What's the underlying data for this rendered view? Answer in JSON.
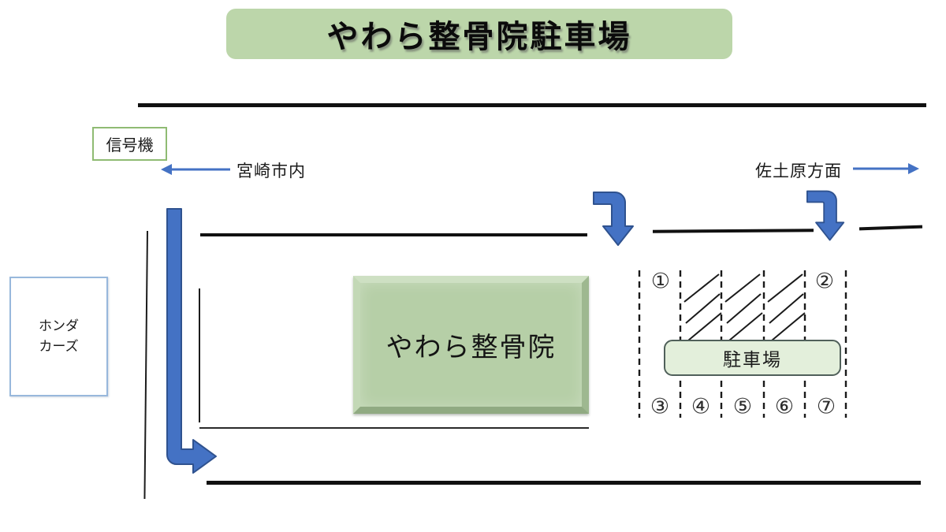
{
  "title": "やわら整骨院駐車場",
  "signal_box": {
    "label": "信号機"
  },
  "directions": {
    "left_label": "宮崎市内",
    "right_label": "佐土原方面"
  },
  "landmarks": {
    "honda_line1": "ホンダ",
    "honda_line2": "カーズ",
    "clinic_label": "やわら整骨院",
    "parking_label": "駐車場"
  },
  "parking_spots": [
    "①",
    "②",
    "③",
    "④",
    "⑤",
    "⑥",
    "⑦"
  ],
  "colors": {
    "banner_green": "#bcd6aa",
    "building_green": "#b6cfa7",
    "parking_fill": "#e3efdb",
    "arrow_blue": "#4472c4",
    "arrow_border": "#2f528f",
    "signal_border": "#8fbb73",
    "honda_border": "#98b8dc"
  }
}
